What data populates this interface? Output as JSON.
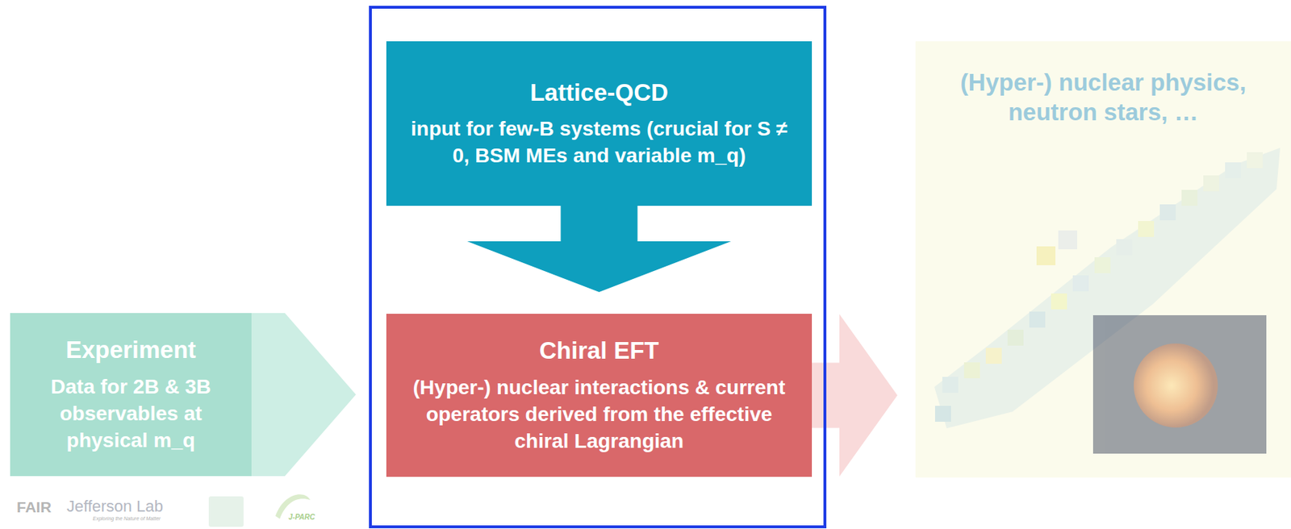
{
  "diagram": {
    "nodes": [
      {
        "text": [
          "Experiment",
          "Data for 2B & 3B observables at physical m_q"
        ]
      },
      {
        "text": [
          "Lattice-QCD",
          "input for few-B systems (crucial for S ≠ 0, BSM MEs and variable m_q)"
        ]
      },
      {
        "text": [
          "Chiral EFT",
          "(Hyper-) nuclear interactions & current operators derived from the effective chiral Lagrangian"
        ]
      },
      {
        "text": [
          "(Hyper-) nuclear physics, neutron stars, …"
        ]
      }
    ],
    "edges": [
      {
        "from": 0,
        "to": 2,
        "arrow": "to"
      },
      {
        "from": 1,
        "to": 2,
        "arrow": "to"
      },
      {
        "from": 2,
        "to": 3,
        "arrow": "to"
      }
    ],
    "labels": [
      "FAIR",
      "Jefferson Lab",
      "Exploring the Nature of Matter",
      "J-PARC"
    ]
  }
}
